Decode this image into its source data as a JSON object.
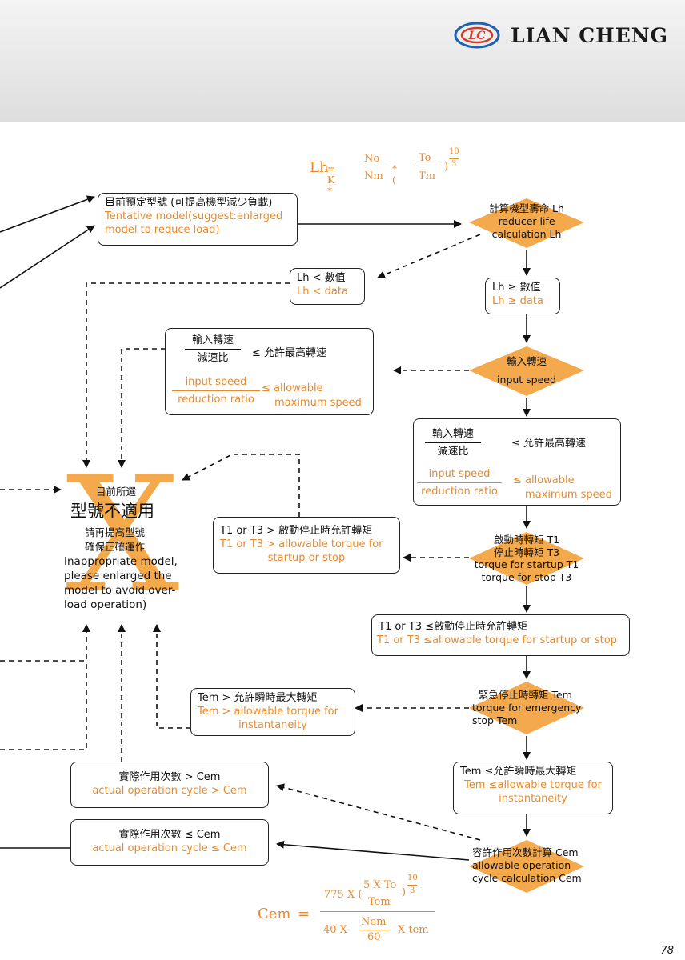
{
  "brand": {
    "name": "LIAN CHENG",
    "logo_text": "LC"
  },
  "formula_lh": {
    "lh": "Lh",
    "eq": "= K *",
    "no": "No",
    "nm": "Nm",
    "mul": "* (",
    "to": "To",
    "tm": "Tm",
    "close": ")",
    "exp_num": "10",
    "exp_den": "3"
  },
  "formula_cem": {
    "cem": "Cem",
    "eq": "=",
    "n775": "775 X (",
    "fivexto": "5 X To",
    "tem": "Tem",
    "close": ")",
    "exp_num": "10",
    "exp_den": "3",
    "fortyx": "40 X",
    "nem": "Nem",
    "sixty": "60",
    "xtem": "X tem"
  },
  "tentative": {
    "cn": "目前預定型號 (可提高機型減少負載)",
    "en1": "Tentative model(suggest:enlarged",
    "en2": "model to reduce load)"
  },
  "calc_life": {
    "cn": "計算機型壽命 Lh",
    "en1": "reducer life",
    "en2": "calculation  Lh"
  },
  "lh_less": {
    "cn": "Lh < 數值",
    "en": "Lh < data"
  },
  "lh_ge": {
    "cn": "Lh ≥ 數值",
    "en": "Lh ≥ data"
  },
  "input_speed_diamond": {
    "cn": "輸入轉速",
    "en": "input speed"
  },
  "speed_fail": {
    "num_cn": "輸入轉速",
    "den_cn": "減速比",
    "rel_cn": "≤ 允許最高轉速",
    "num_en": "input speed",
    "den_en": "reduction ratio",
    "rel_en1": "≤ allowable",
    "rel_en2": "maximum speed"
  },
  "speed_ok": {
    "num_cn": "輸入轉速",
    "den_cn": "減速比",
    "rel_cn": "≤ 允許最高轉速",
    "num_en": "input speed",
    "den_en": "reduction ratio",
    "rel_en1": "≤ allowable",
    "rel_en2": "maximum speed"
  },
  "inappropriate": {
    "top": "目前所選",
    "big": "型號不適用",
    "l1": "請再提高型號",
    "l2": "確保正確運作",
    "en1": "Inappropriate model,",
    "en2": "please enlarged the",
    "en3": "model to avoid over-",
    "en4": "load operation)",
    "mark": "X"
  },
  "torque_diamond": {
    "l1": "啟動時轉矩 T1",
    "l2": "停止時轉矩 T3",
    "l3": "torque for startup T1",
    "l4": "torque for stop T3"
  },
  "torque_fail": {
    "cn": "T1 or T3  > 啟動停止時允許轉矩",
    "en1": "T1 or T3  > allowable torque for",
    "en2": "startup or stop"
  },
  "torque_ok": {
    "cn": "T1 or T3 ≤啟動停止時允許轉矩",
    "en": "T1 or T3 ≤allowable torque for startup or stop"
  },
  "emergency_diamond": {
    "l1": "緊急停止時轉矩 Tem",
    "l2": "torque for emergency",
    "l3": "stop Tem"
  },
  "tem_fail": {
    "cn": "Tem  > 允許瞬時最大轉矩",
    "en1": "Tem  > allowable torque for",
    "en2": "instantaneity"
  },
  "tem_ok": {
    "cn": "Tem ≤允許瞬時最大轉矩",
    "en1": "Tem ≤allowable torque for",
    "en2": "instantaneity"
  },
  "cycle_fail": {
    "cn": "實際作用次數 > Cem",
    "en": "actual operation cycle > Cem"
  },
  "cycle_ok": {
    "cn": "實際作用次數 ≤ Cem",
    "en": "actual operation cycle ≤ Cem"
  },
  "cem_diamond": {
    "l1": "容許作用次數計算 Cem",
    "l2": "allowable operation",
    "l3": "cycle calculation  Cem"
  },
  "page_number": "78",
  "colors": {
    "accent": "#e98a2a",
    "diamond": "#f3a94c",
    "line": "#111111"
  }
}
